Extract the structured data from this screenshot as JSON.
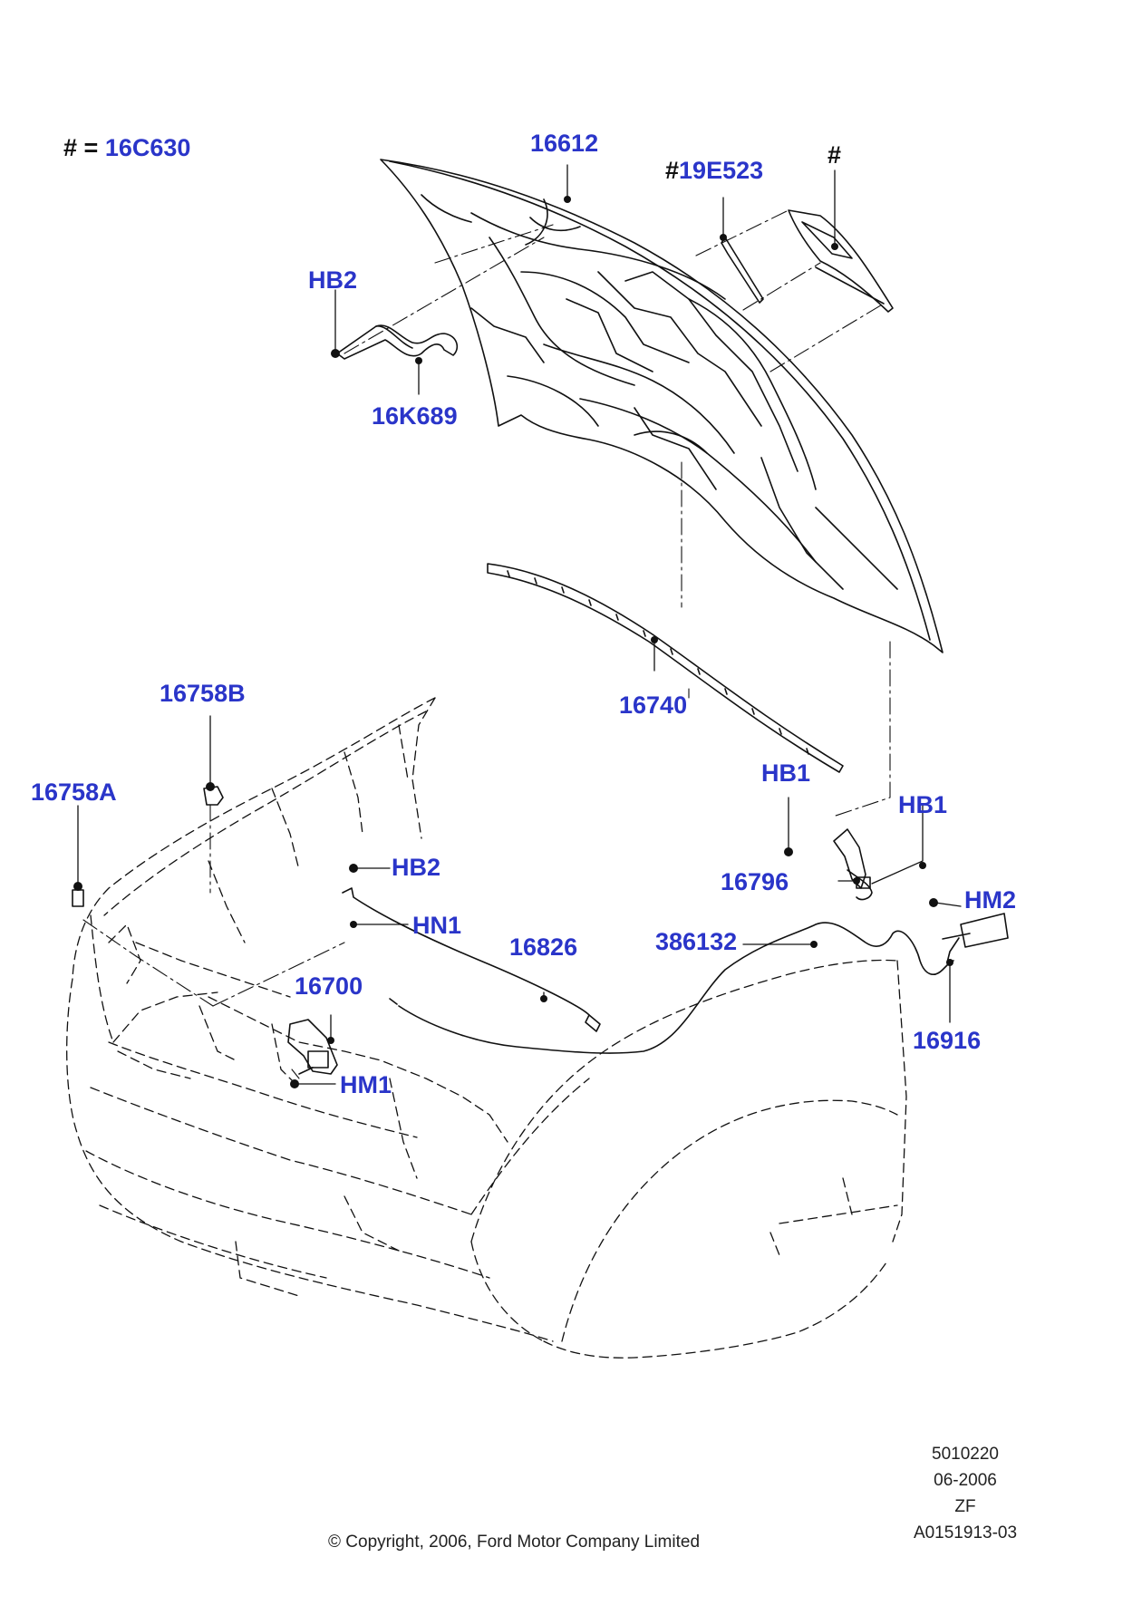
{
  "legend": {
    "symbol": "#",
    "equals": "=",
    "code": "16C630"
  },
  "parts": {
    "hood": "16612",
    "hood_hash": "#",
    "hood_hash_code": "19E523",
    "hash_alone": "#",
    "bolt_hb2_top": "HB2",
    "hood_latch_rod": "16K689",
    "hood_seal": "16740",
    "bumper_b": "16758B",
    "bumper_a": "16758A",
    "hinge_bolt_left": "HB1",
    "hinge_bolt_right": "HB1",
    "hinge": "16796",
    "nut_hm2": "HM2",
    "bolt_hb2_mid": "HB2",
    "nut_hn1": "HN1",
    "release_cable": "16826",
    "cable_clip": "386132",
    "latch": "16700",
    "nut_hm1": "HM1",
    "release_handle": "16916"
  },
  "footer": {
    "ref": "5010220",
    "date": "06-2006",
    "code": "ZF",
    "drawing": "A0151913-03",
    "copyright": "© Copyright, 2006, Ford Motor Company Limited"
  },
  "colors": {
    "label": "#2a35c9",
    "line": "#111111"
  }
}
